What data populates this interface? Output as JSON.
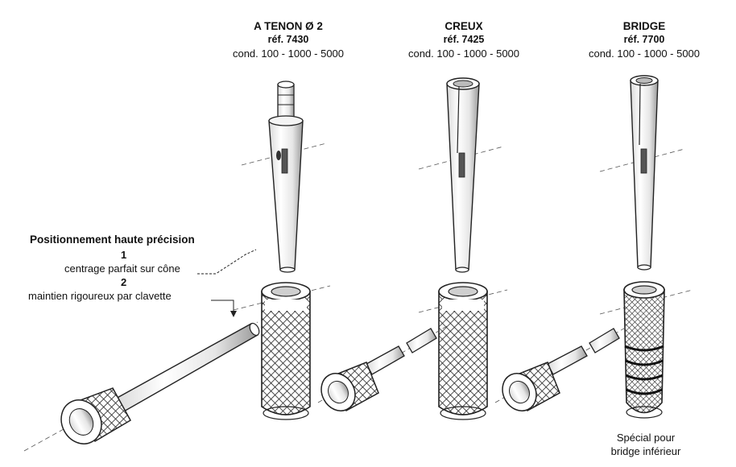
{
  "columns": [
    {
      "title": "A TENON Ø 2",
      "ref": "réf. 7430",
      "cond": "cond. 100 - 1000 - 5000"
    },
    {
      "title": "CREUX",
      "ref": "réf. 7425",
      "cond": "cond. 100 - 1000 - 5000"
    },
    {
      "title": "BRIDGE",
      "ref": "réf. 7700",
      "cond": "cond. 100 - 1000 - 5000"
    }
  ],
  "annotation": {
    "heading": "Positionnement haute précision",
    "n1": "1",
    "line1": "centrage parfait sur cône",
    "n2": "2",
    "line2": "maintien rigoureux par clavette"
  },
  "bridge_note": {
    "line1": "Spécial pour",
    "line2": "bridge inférieur"
  }
}
